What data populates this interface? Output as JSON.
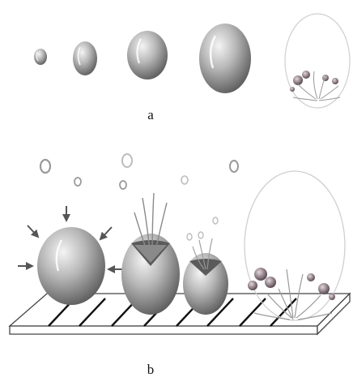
{
  "figure": {
    "panels": [
      {
        "id": "a",
        "label": "a"
      },
      {
        "id": "b",
        "label": "b"
      }
    ]
  },
  "colors": {
    "bubble_light": "#f2f2f2",
    "bubble_mid": "#a9a9a9",
    "bubble_dark": "#555555",
    "droplet_dark": "#8c7b83",
    "droplet_light": "#d7cfd3",
    "burst_outline": "#c9c9c9",
    "arrow": "#555555",
    "plate_fill": "#ffffff",
    "plate_stroke": "#444444"
  }
}
